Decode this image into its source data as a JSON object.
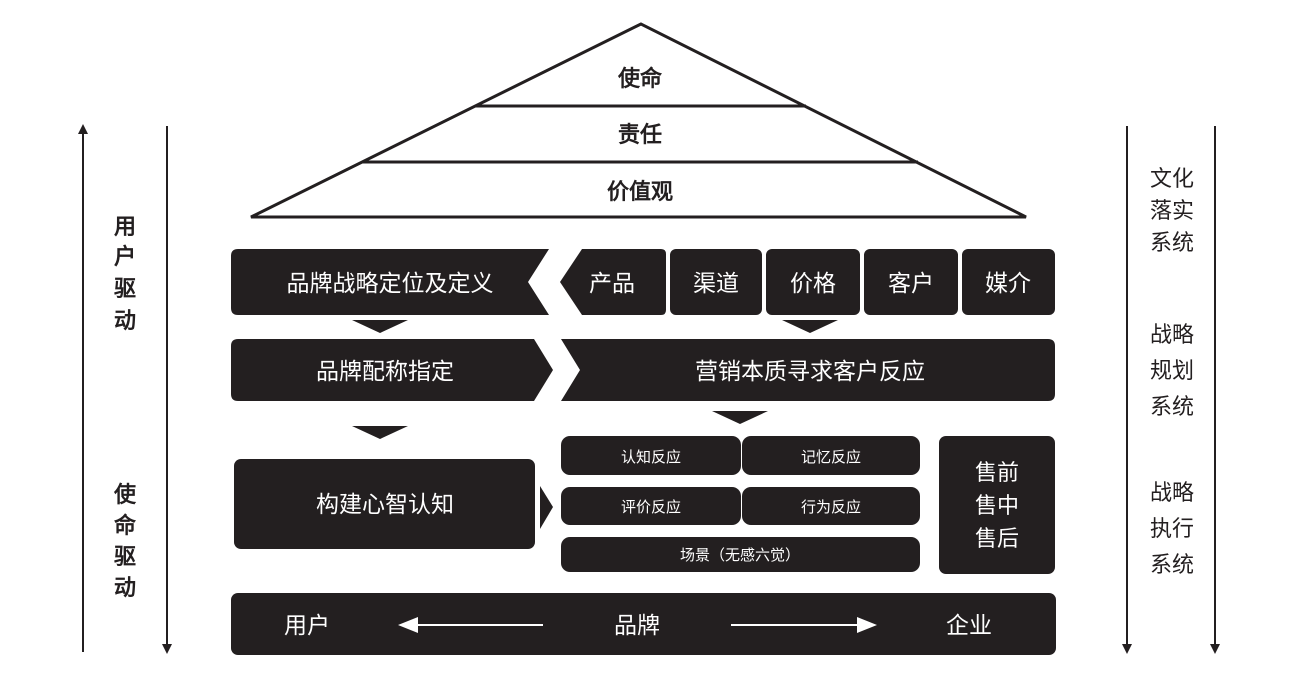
{
  "roof": {
    "tier1": "使命",
    "tier2": "责任",
    "tier3": "价值观"
  },
  "left_labels": {
    "top": [
      "用",
      "户",
      "驱",
      "动"
    ],
    "bottom": [
      "使",
      "命",
      "驱",
      "动"
    ]
  },
  "right_labels": {
    "culture": [
      "文化",
      "落实",
      "系统"
    ],
    "planning": [
      "战略",
      "规划",
      "系统"
    ],
    "execution": [
      "战略",
      "执行",
      "系统"
    ]
  },
  "row1": {
    "positioning": "品牌战略定位及定义",
    "elements": [
      "产品",
      "渠道",
      "价格",
      "客户",
      "媒介"
    ]
  },
  "row2": {
    "designation": "品牌配称指定",
    "marketing": "营销本质寻求客户反应"
  },
  "row3": {
    "cognition": "构建心智认知",
    "reactions": [
      "认知反应",
      "记忆反应",
      "评价反应",
      "行为反应"
    ],
    "scene": "场景（无感六觉）",
    "sales": [
      "售前",
      "售中",
      "售后"
    ]
  },
  "foundation": {
    "user": "用户",
    "brand": "品牌",
    "enterprise": "企业"
  },
  "colors": {
    "dark": "#231f20",
    "light": "#ffffff"
  }
}
